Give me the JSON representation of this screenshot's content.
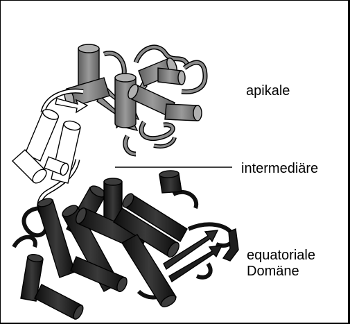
{
  "labels": {
    "apical": "apikale",
    "intermediate": "intermediäre",
    "equatorial_line1": "equatoriale",
    "equatorial_line2": "Domäne"
  },
  "colors": {
    "apical_domain": "#7a7a7a",
    "intermediate_domain": "#ffffff",
    "equatorial_domain": "#1c1c1c",
    "outline": "#000000"
  }
}
